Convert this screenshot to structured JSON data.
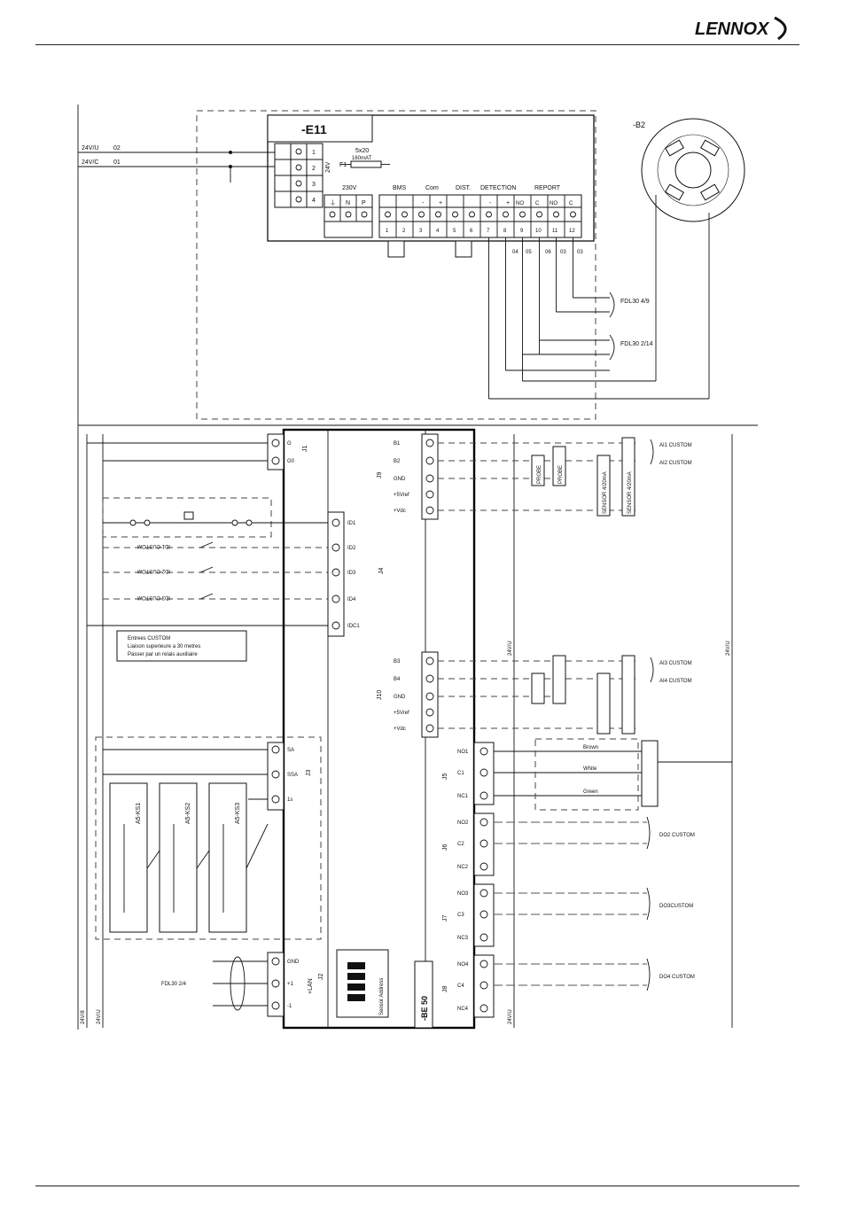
{
  "brand": {
    "name": "LENNOX"
  },
  "e11": {
    "title": "-E11",
    "fuse": {
      "id": "F1",
      "rating": "5x20",
      "value": "160mAT"
    },
    "supply_voltage": "24V",
    "input_labels": [
      "24V/U",
      "24V/C"
    ],
    "input_wires": [
      "02",
      "01"
    ],
    "group_labels": [
      "230V",
      "BMS",
      "Com",
      "DIST.",
      "DETECTION",
      "REPORT"
    ],
    "group_marks": [
      "N",
      "P"
    ],
    "terminals": [
      "1",
      "2",
      "3",
      "4",
      "5",
      "6",
      "7",
      "8",
      "9",
      "10",
      "11",
      "12"
    ],
    "report_contacts": [
      "NO",
      "C",
      "NO",
      "C"
    ],
    "wire_refs": [
      "04",
      "05",
      "06",
      "03",
      "03"
    ],
    "fdl_blocks": [
      "FDL30 4/9",
      "FDL30 2/14"
    ],
    "smoke_detector": "-B2"
  },
  "controller": {
    "name": "-BE 50",
    "dip_label": "Sensor Address",
    "left_connectors": [
      {
        "id": "J1",
        "terminals": [
          "G",
          "G0"
        ]
      },
      {
        "id": "J4",
        "terminals": [
          "ID1",
          "ID2",
          "ID3",
          "ID4",
          "IDC1"
        ]
      },
      {
        "id": "J3",
        "terminals": [
          "SA",
          "SSA",
          "1s"
        ]
      },
      {
        "id": "J2",
        "terminals": [
          "GND",
          "+1",
          "-1"
        ],
        "sub": "+LAN"
      }
    ],
    "right_connectors": [
      {
        "id": "J9",
        "terminals": [
          "B1",
          "B2",
          "GND",
          "+5Vref",
          "+Vdc"
        ]
      },
      {
        "id": "J10",
        "terminals": [
          "B3",
          "B4",
          "GND",
          "+5Vref",
          "+Vdc"
        ]
      },
      {
        "id": "J5",
        "terminals": [
          "NO1",
          "C1",
          "NC1"
        ]
      },
      {
        "id": "J6",
        "terminals": [
          "NO2",
          "C2",
          "NC2"
        ]
      },
      {
        "id": "J7",
        "terminals": [
          "NO3",
          "C3",
          "NC3"
        ]
      },
      {
        "id": "J8",
        "terminals": [
          "NO4",
          "C4",
          "NC4"
        ]
      }
    ]
  },
  "left_side": {
    "inputs": [
      "ID1 CUSTOM",
      "ID2 CUSTOM",
      "ID3 CUSTOM"
    ],
    "note_lines": [
      "Entrees CUSTOM",
      "Liaison superieure a 30 metres",
      "Passer par un relais auxiliaire"
    ],
    "modules": [
      "A5-KS1",
      "A5-KS2",
      "A5-KS3"
    ],
    "fdl_link": "FDL30 2/4",
    "rails": [
      "24V/8",
      "24V/U",
      "24V/U",
      "24V/U"
    ]
  },
  "right_side": {
    "probes": [
      "PROBE",
      "PROBE"
    ],
    "sensors": [
      "SENSOR 4/20mA",
      "SENSOR 4/20mA"
    ],
    "outputs": [
      "AI1 CUSTOM",
      "AI2 CUSTOM",
      "AI3 CUSTOM",
      "AI4 CUSTOM",
      "DO2 CUSTOM",
      "DO3CUSTOM",
      "DO4 CUSTOM"
    ],
    "relay_wires": [
      "Brown",
      "White",
      "Green"
    ],
    "rail": "24V/U"
  }
}
